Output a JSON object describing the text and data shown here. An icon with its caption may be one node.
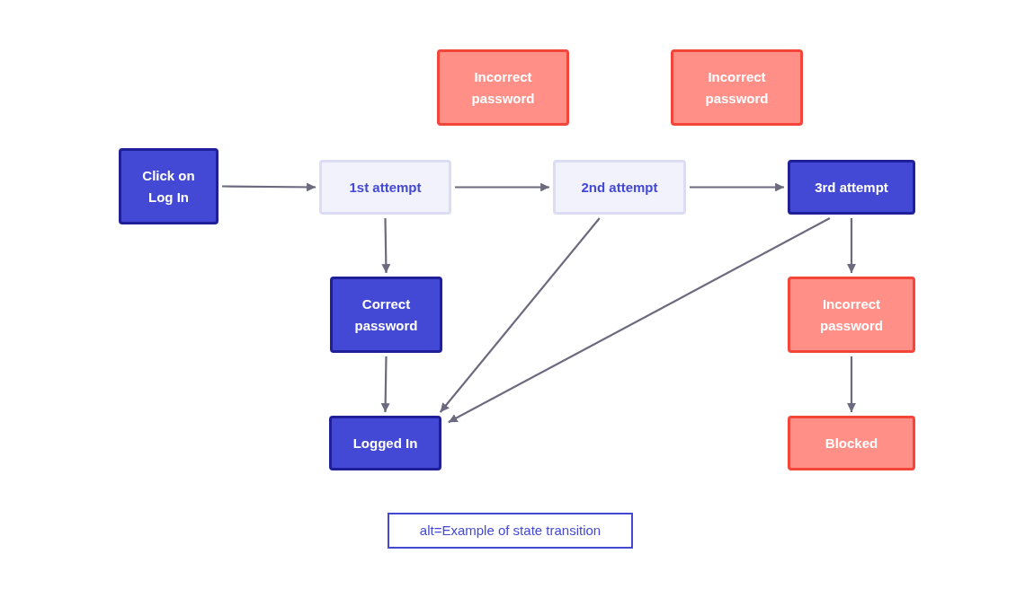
{
  "diagram": {
    "nodes": [
      {
        "text": [
          "Incorrect password"
        ]
      },
      {
        "text": [
          "Incorrect password"
        ]
      },
      {
        "text": [
          "Click on Log In"
        ]
      },
      {
        "text": [
          "1st attempt"
        ]
      },
      {
        "text": [
          "2nd attempt"
        ]
      },
      {
        "text": [
          "3rd attempt"
        ]
      },
      {
        "text": [
          "Correct password"
        ]
      },
      {
        "text": [
          "Incorrect password"
        ]
      },
      {
        "text": [
          "Logged In"
        ]
      },
      {
        "text": [
          "Blocked"
        ]
      },
      {
        "text": [
          "alt=Example of state transition"
        ]
      }
    ],
    "edges": [
      {
        "from": 2,
        "to": 3,
        "arrow": "to"
      },
      {
        "from": 3,
        "to": 4,
        "arrow": "to"
      },
      {
        "from": 4,
        "to": 5,
        "arrow": "to"
      },
      {
        "from": 3,
        "to": 6,
        "arrow": "to"
      },
      {
        "from": 6,
        "to": 8,
        "arrow": "to"
      },
      {
        "from": 4,
        "to": 8,
        "arrow": "to"
      },
      {
        "from": 5,
        "to": 8,
        "arrow": "to"
      },
      {
        "from": 5,
        "to": 7,
        "arrow": "to"
      },
      {
        "from": 7,
        "to": 9,
        "arrow": "to"
      }
    ]
  }
}
